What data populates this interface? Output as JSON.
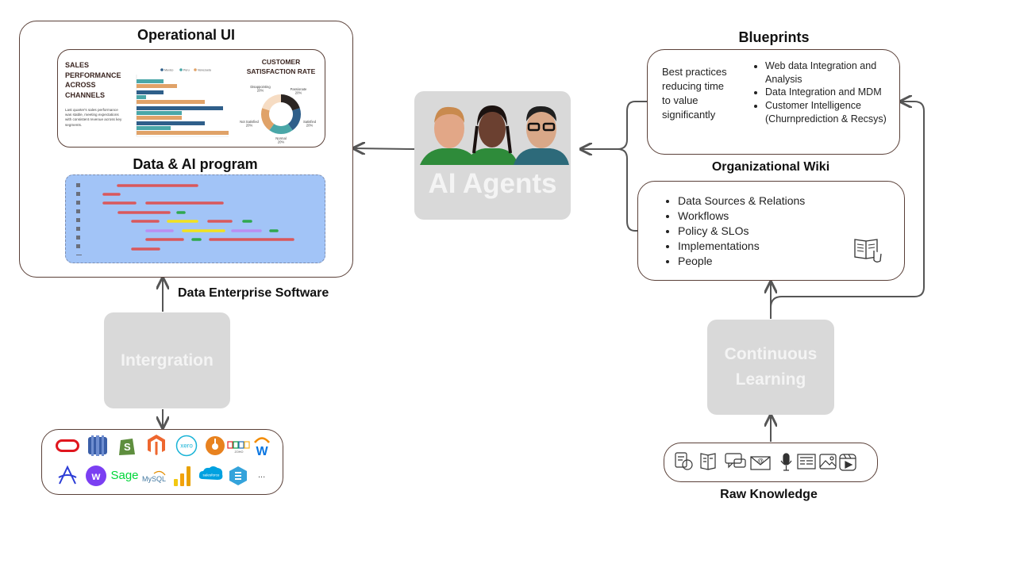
{
  "operational_ui": {
    "title": "Operational UI",
    "sales_heading_lines": [
      "SALES",
      "PERFORMANCE",
      "ACROSS",
      "CHANNELS"
    ],
    "sales_description": "Last quarter's sales performance was stable, meeting expectations with consistent revenue across key segments.",
    "csat_heading_lines": [
      "CUSTOMER",
      "SATISFACTION RATE"
    ],
    "bar_legend": [
      "Mexico",
      "Peru",
      "Venezuela"
    ],
    "donut_labels": {
      "top_left": [
        "Disappointing",
        "20%"
      ],
      "top_right": [
        "Passionate",
        "20%"
      ],
      "left": [
        "Not Satisfied",
        "20%"
      ],
      "right": [
        "Satisfied",
        "20%"
      ],
      "bottom": [
        "Normal",
        "20%"
      ]
    },
    "data_ai_title": "Data & AI program"
  },
  "integration": {
    "label": "Intergration",
    "edge_label": "Data Enterprise Software"
  },
  "ai_agents": {
    "label": "AI Agents"
  },
  "blueprints": {
    "title": "Blueprints",
    "summary_lines": [
      "Best practices",
      "reducing time",
      "to value",
      "significantly"
    ],
    "items": [
      "Web data Integration and Analysis",
      "Data Integration and MDM",
      "Customer Intelligence (Churnprediction & Recsys)"
    ]
  },
  "wiki": {
    "title": "Organizational Wiki",
    "items": [
      "Data Sources & Relations",
      "Workflows",
      "Policy & SLOs",
      "Implementations",
      "People"
    ]
  },
  "continuous_learning": {
    "lines": [
      "Continuous",
      "Learning"
    ]
  },
  "raw_knowledge": {
    "label": "Raw Knowledge"
  },
  "logos": {
    "row1": [
      "oracle-logo",
      "database-logo",
      "shopify-logo",
      "magento-logo",
      "xero-logo",
      "hubspot-logo",
      "zoho-logo",
      "workday-logo"
    ],
    "row2_text": {
      "sage": "Sage",
      "mysql": "MySQL",
      "salesforce": "salesforce",
      "more": "..."
    },
    "xero_text": "xero",
    "zoho_text": "ZOHO"
  },
  "colors": {
    "border": "#5a4038",
    "gray_box": "#d9d9d9",
    "chart_blue": "#2f5f8a",
    "chart_teal": "#4aa7a8",
    "chart_orange": "#e0a268",
    "gantt_bg": "#a2c4f7",
    "gantt_red": "#d9585c",
    "gantt_green": "#2fa84f",
    "gantt_yellow": "#f1e21f",
    "gantt_purple": "#b98ef2"
  }
}
